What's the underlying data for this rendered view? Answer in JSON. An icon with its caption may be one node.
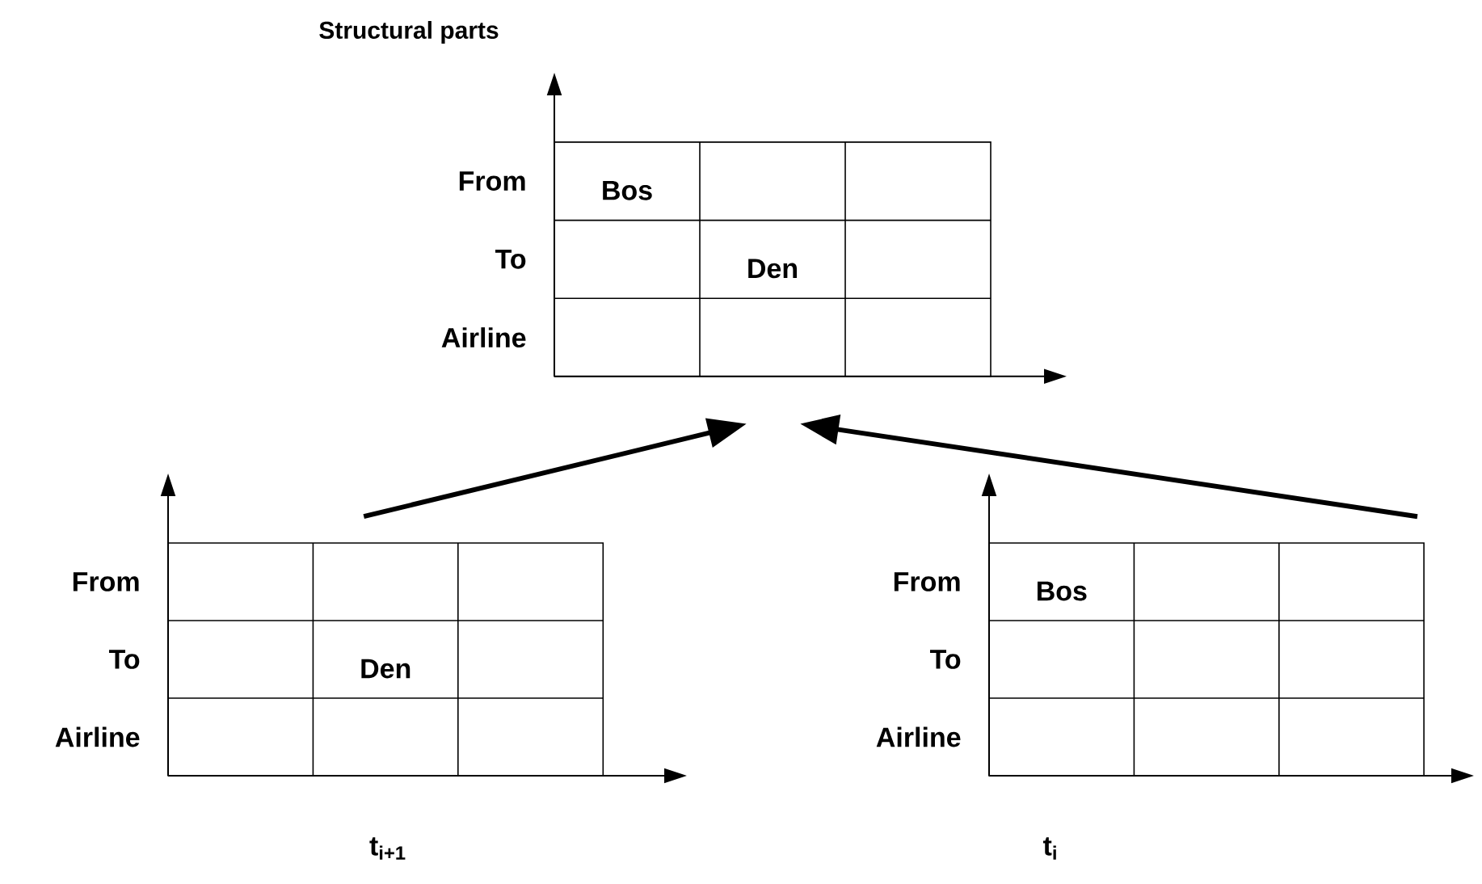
{
  "diagram": {
    "nodes": [
      {
        "text": [
          "Bos",
          "Den"
        ],
        "beside": [
          "From",
          "To",
          "Airline"
        ]
      },
      {
        "text": [
          "Den"
        ],
        "beside": [
          "From",
          "To",
          "Airline"
        ]
      },
      {
        "text": [
          "Bos"
        ],
        "beside": [
          "From",
          "To",
          "Airline"
        ]
      }
    ],
    "edges": [
      {
        "from": 1,
        "to": 0,
        "arrow": "to"
      },
      {
        "from": 2,
        "to": 0,
        "arrow": "to"
      }
    ],
    "labels": [
      "Structural parts",
      "t$_{i+1}$",
      "t$_{i}$"
    ]
  }
}
